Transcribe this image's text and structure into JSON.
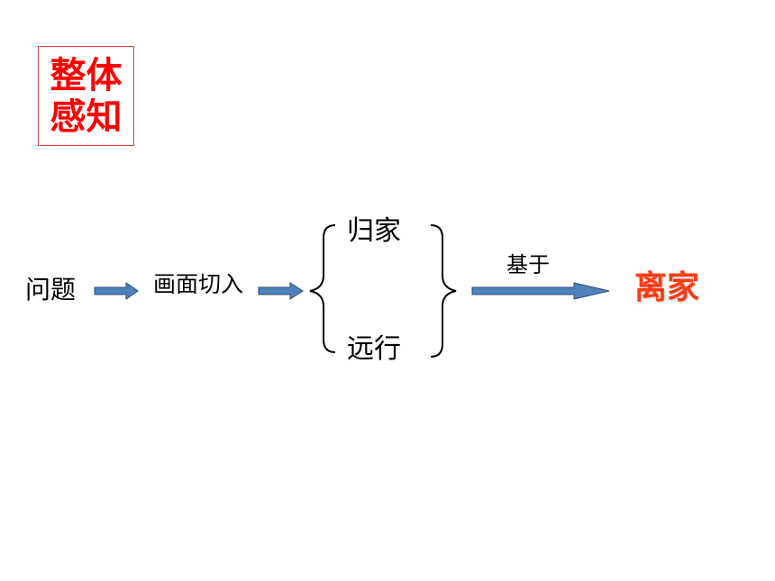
{
  "title": {
    "line1": "整体",
    "line2": "感知"
  },
  "flow": {
    "start": "问题",
    "step": "画面切入",
    "branch_top": "归家",
    "branch_bottom": "远行",
    "arrow_label": "基于",
    "end": "离家"
  },
  "colors": {
    "title_text": "#ff0000",
    "title_border": "#e04040",
    "end_text": "#ff3a10",
    "arrow_fill": "#4f81bd",
    "arrow_stroke": "#2c4d75"
  }
}
